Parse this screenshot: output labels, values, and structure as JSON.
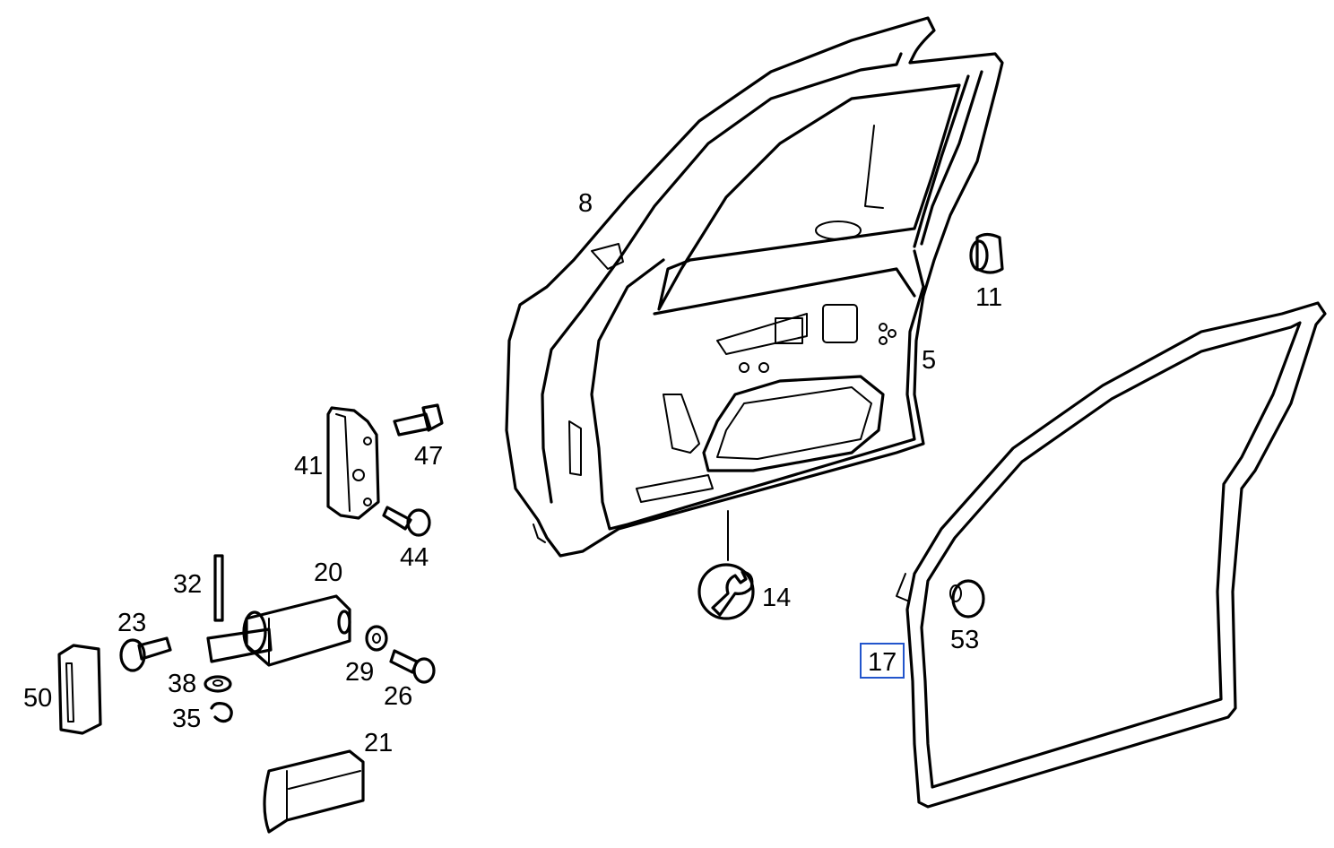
{
  "labels": {
    "p8": "8",
    "p11": "11",
    "p5": "5",
    "p41": "41",
    "p47": "47",
    "p44": "44",
    "p14": "14",
    "p32": "32",
    "p20": "20",
    "p23": "23",
    "p29": "29",
    "p38": "38",
    "p26": "26",
    "p35": "35",
    "p50": "50",
    "p21": "21",
    "p17": "17",
    "p53": "53"
  },
  "highlight_color": "#2255cc"
}
